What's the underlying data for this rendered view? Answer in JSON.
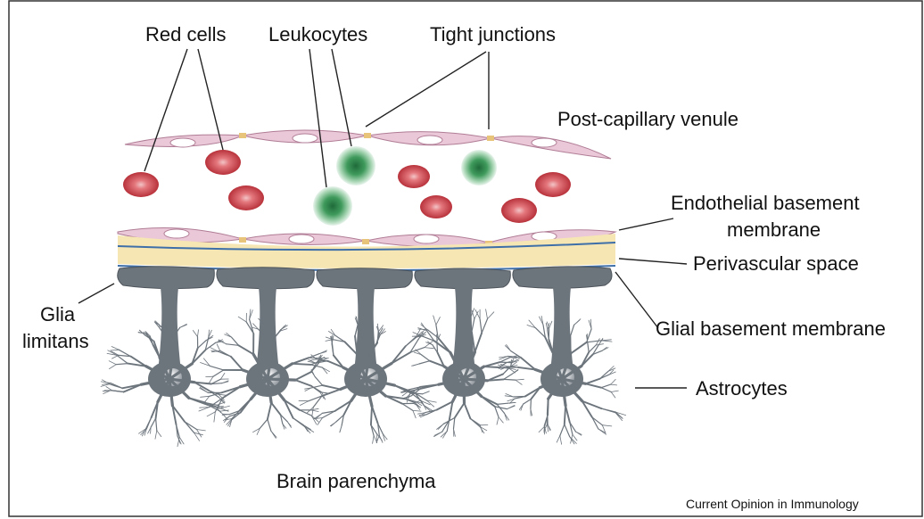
{
  "labels": {
    "red_cells": "Red cells",
    "leukocytes": "Leukocytes",
    "tight_junctions": "Tight junctions",
    "post_capillary_venule": "Post-capillary venule",
    "endothelial_bm_line1": "Endothelial basement",
    "endothelial_bm_line2": "membrane",
    "perivascular_space": "Perivascular space",
    "glia_line1": "Glia",
    "glia_line2": "limitans",
    "glial_bm": "Glial basement membrane",
    "astrocytes": "Astrocytes",
    "brain_parenchyma": "Brain parenchyma",
    "credit": "Current Opinion in Immunology"
  },
  "colors": {
    "endothelium": "#eac8d8",
    "red_cell": "#c9454d",
    "leukocyte": "#2e8b4e",
    "perivascular": "#f6e6b4",
    "basement_membrane": "#3e6fa8",
    "astrocyte": "#6c747c"
  }
}
